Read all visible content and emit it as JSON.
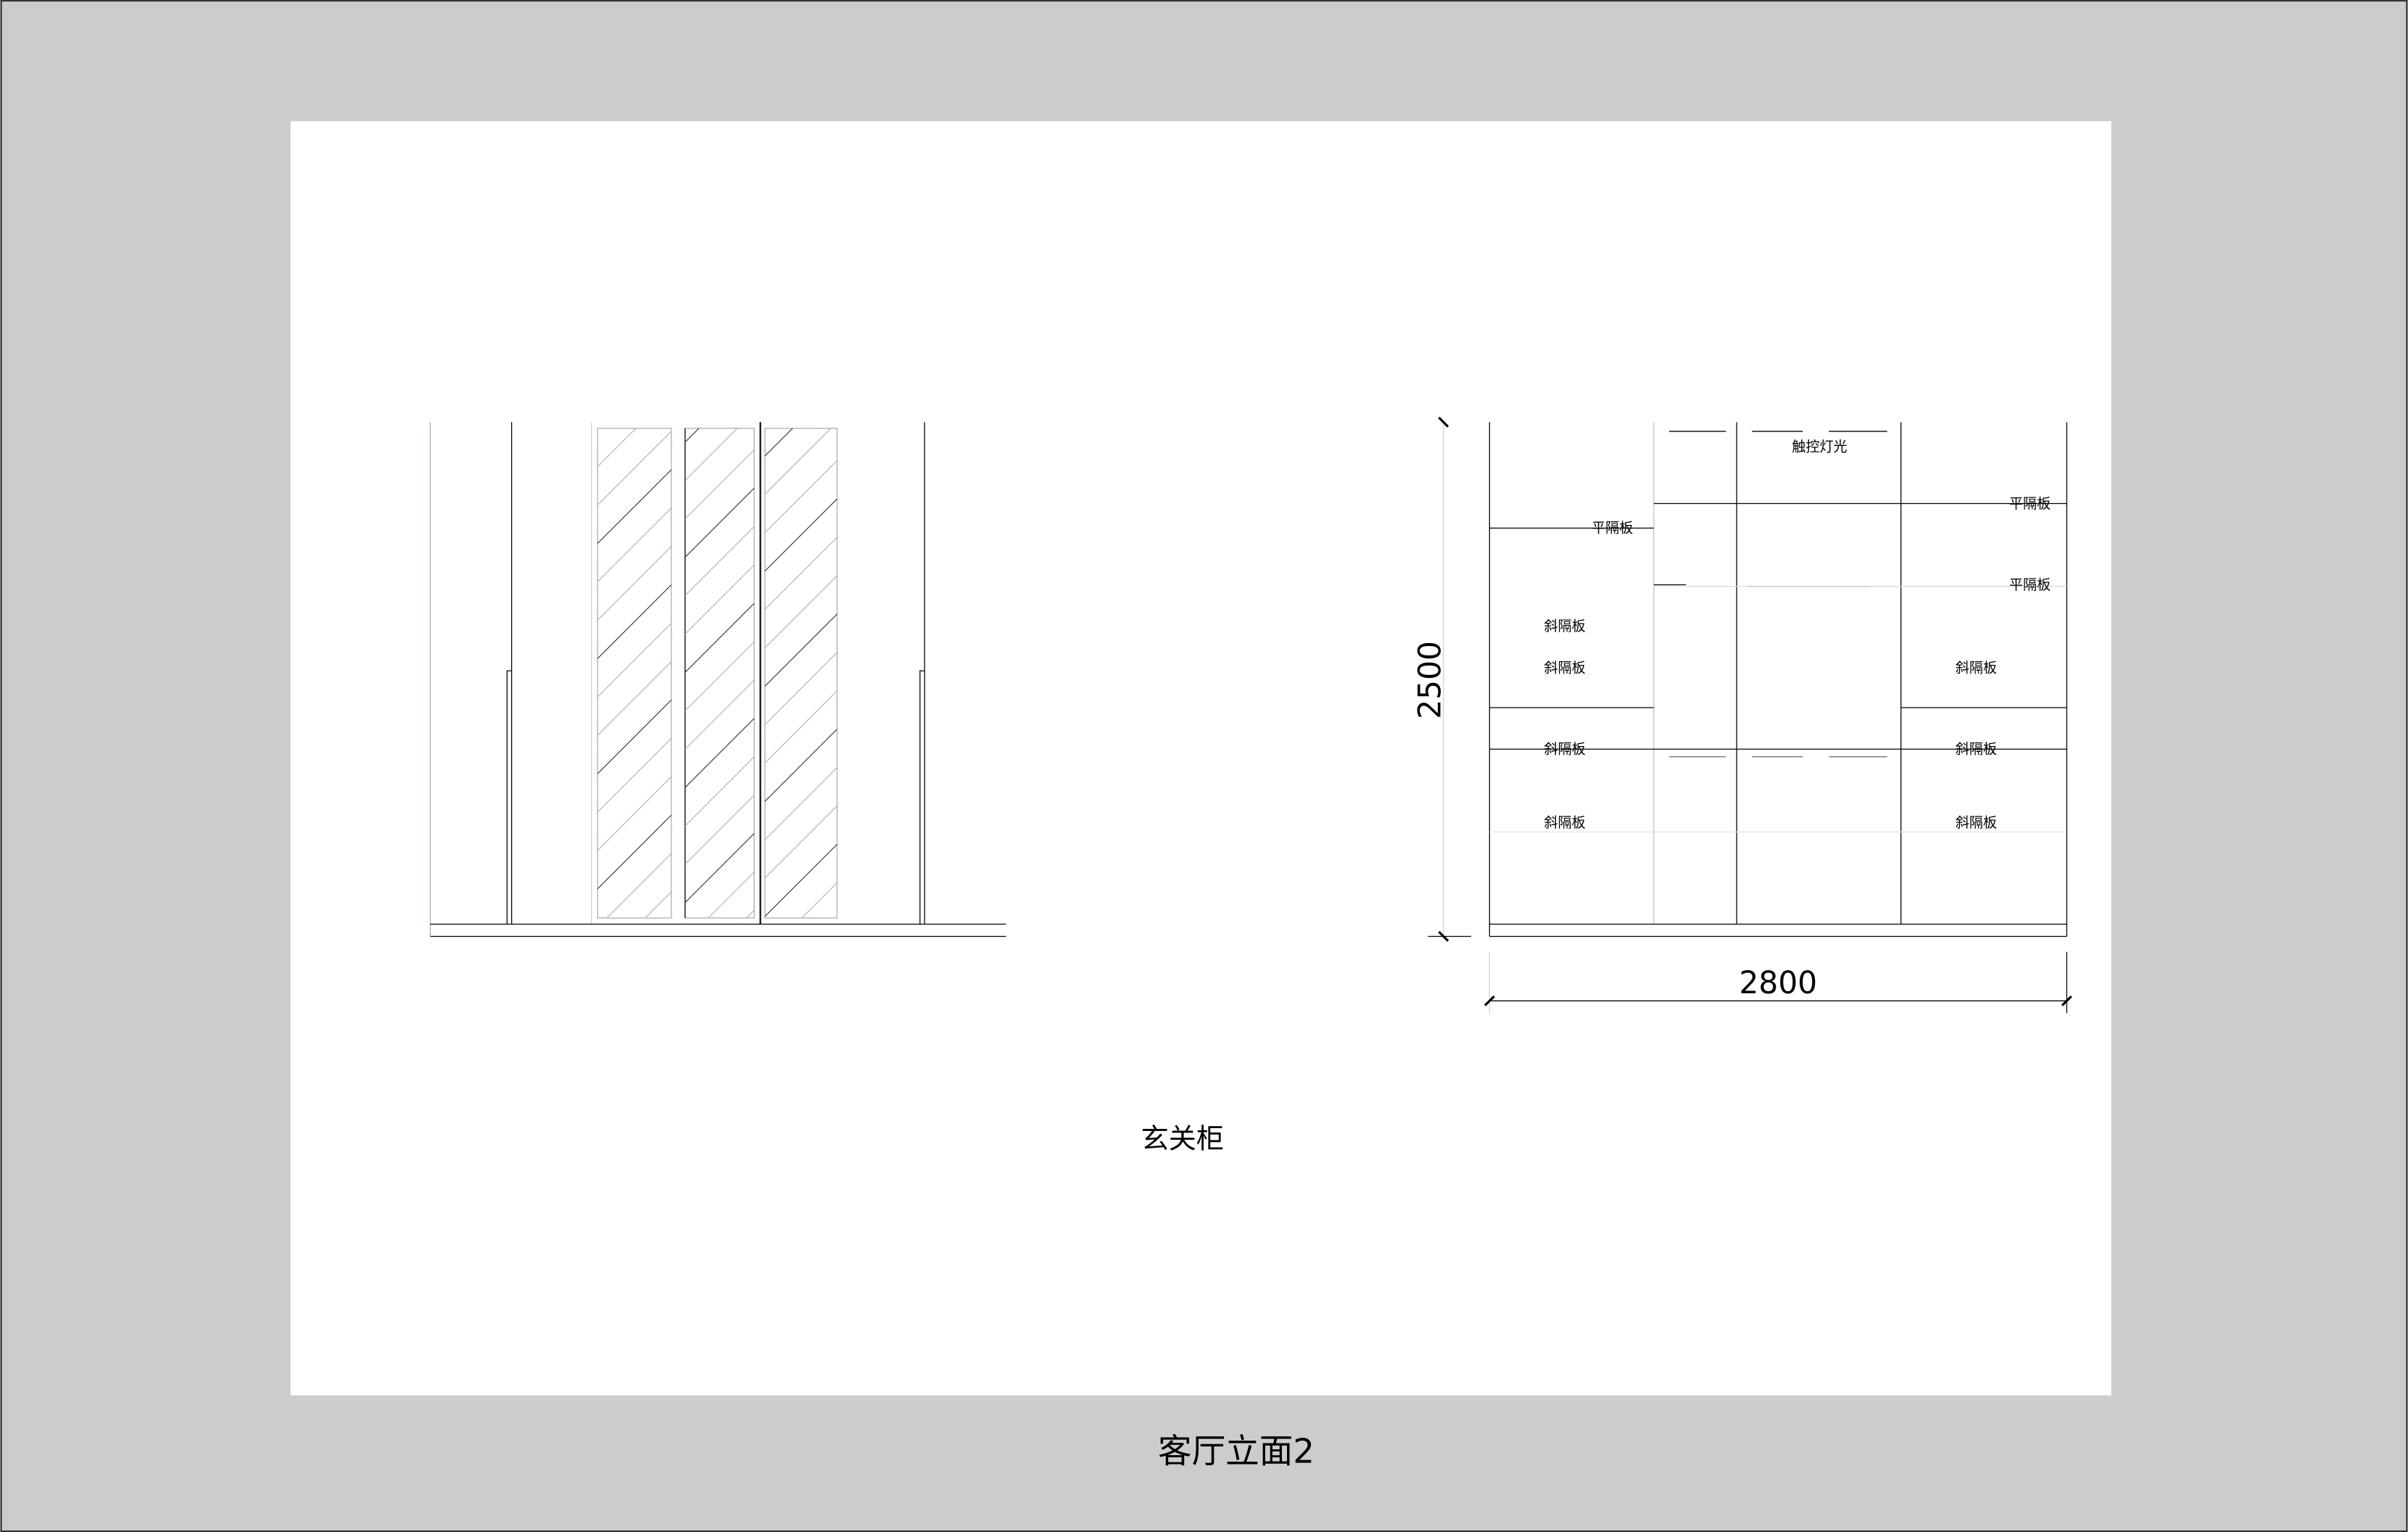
{
  "drawing": {
    "sheet_title": "客厅立面2",
    "view_title": "玄关柜",
    "dimensions": {
      "height": "2500",
      "width": "2800"
    },
    "labels": {
      "touch_light": "触控灯光",
      "flat_shelf": "平隔板",
      "slant_shelf": "斜隔板"
    }
  },
  "colors": {
    "background": "#cccccc",
    "paper": "#ffffff",
    "line": "#000000",
    "light_line": "#9fb0b8"
  }
}
